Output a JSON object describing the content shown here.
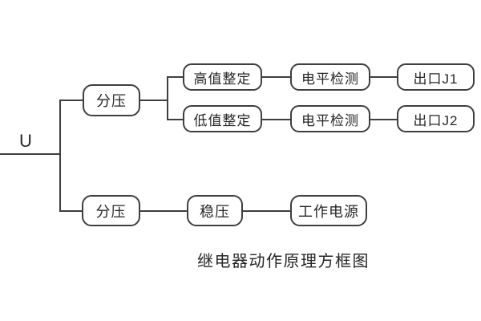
{
  "diagram": {
    "input_label": "U",
    "caption": "继电器动作原理方框图",
    "boxes": {
      "divider_top": "分压",
      "high_setting": "高值整定",
      "level_detect_1": "电平检测",
      "outlet_j1": "出口J1",
      "low_setting": "低值整定",
      "level_detect_2": "电平检测",
      "outlet_j2": "出口J2",
      "divider_bottom": "分压",
      "stabilizer": "稳压",
      "working_power": "工作电源"
    },
    "colors": {
      "line": "#3f3f3f",
      "text": "#262626",
      "background": "#ffffff"
    }
  }
}
